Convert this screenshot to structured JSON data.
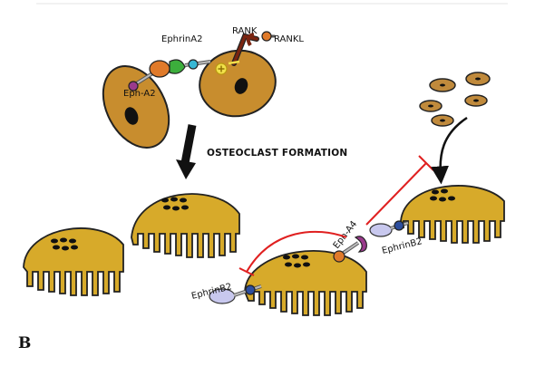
{
  "labels": {
    "ephrinA2": "EphrinA2",
    "rank": "RANK",
    "rankl": "RANKL",
    "ephA2": "Eph-A2",
    "osteoclast_formation": "OSTEOCLAST FORMATION",
    "ephA4": "Eph-A4",
    "ephrinB2_left": "EphrinB2",
    "ephrinB2_right": "EphrinB2",
    "panel": "B"
  },
  "colors": {
    "cell": "#d7aa2a",
    "nucleus_cell": "#c88d2e",
    "precursor": "#c08a3c",
    "inhibition": "#e02020",
    "arrow": "#111111",
    "ephrinB2": "#c8c8ee",
    "receptor_blue": "#2d4e9e",
    "ephA4_orange": "#e07a2a",
    "ephA4_purple": "#9a3a8c",
    "rankl": "#7a2410"
  }
}
